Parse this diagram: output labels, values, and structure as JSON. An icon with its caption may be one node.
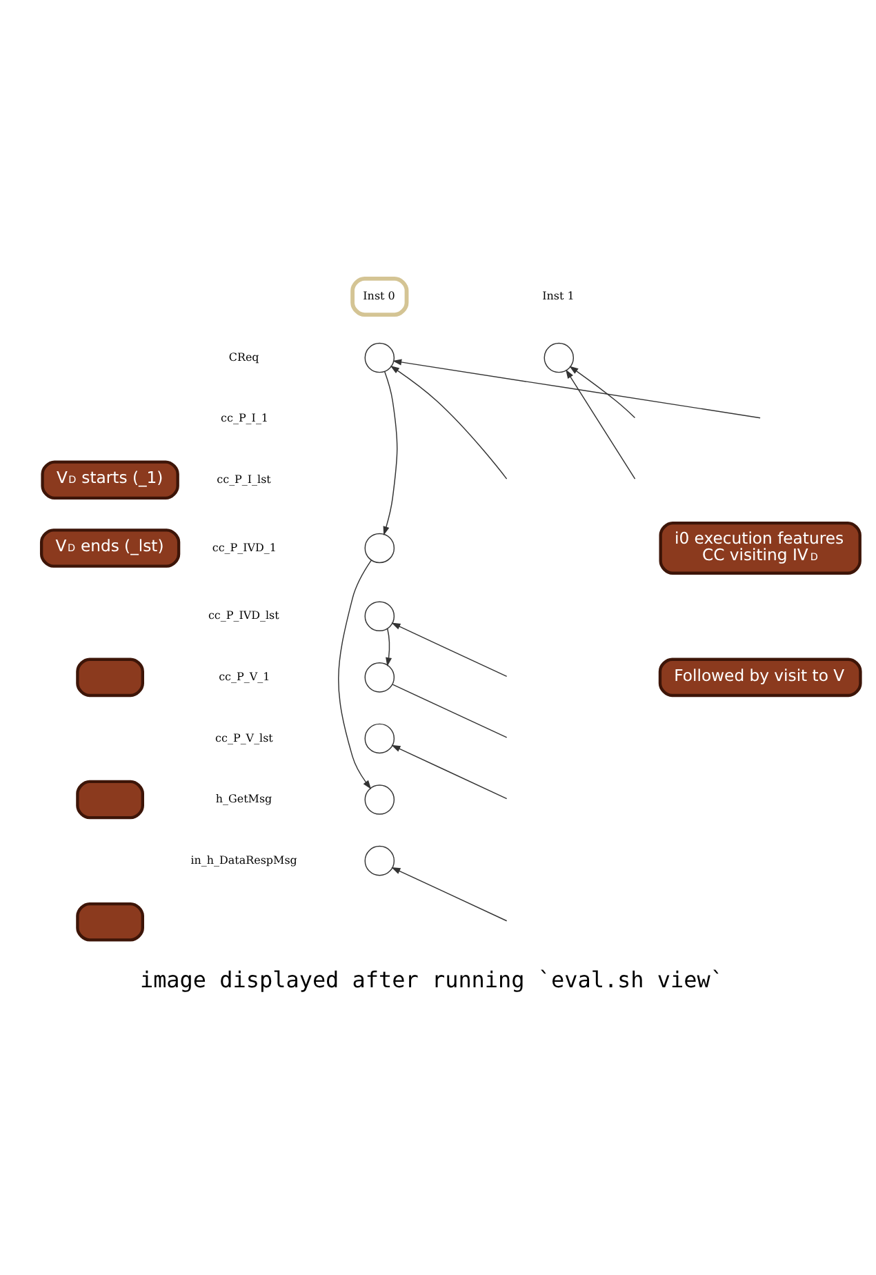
{
  "diagram": {
    "caption": "image displayed after running `eval.sh view`",
    "nodes": [
      {
        "text": [
          "Inst 0"
        ]
      },
      {
        "text": [
          "Inst 1"
        ]
      },
      {
        "text": [],
        "shape": "circle"
      },
      {
        "text": [],
        "shape": "circle"
      },
      {
        "text": [
          "V$^{D}$ starts (_1)"
        ]
      },
      {
        "text": [],
        "shape": "circle"
      },
      {
        "text": [
          "V$^{D}$ ends (_lst)"
        ]
      },
      {
        "text": [
          "i0 execution features CC visiting IV$^{D}$"
        ]
      },
      {
        "text": [],
        "shape": "circle"
      },
      {
        "text": [],
        "shape": "box"
      },
      {
        "text": [],
        "shape": "circle"
      },
      {
        "text": [
          "Followed by visit to V"
        ]
      },
      {
        "text": [],
        "shape": "circle"
      },
      {
        "text": [],
        "shape": "box"
      },
      {
        "text": [],
        "shape": "circle"
      },
      {
        "text": [],
        "shape": "circle"
      },
      {
        "text": [],
        "shape": "box"
      }
    ],
    "edges": [
      {
        "from": 2,
        "to": 5,
        "arrow": "to"
      },
      {
        "from": null,
        "to": 2,
        "arrow": "to"
      },
      {
        "from": null,
        "to": 3,
        "arrow": "to"
      },
      {
        "from": 5,
        "to": 14,
        "arrow": "to"
      },
      {
        "from": 8,
        "to": 10,
        "arrow": "to"
      },
      {
        "from": null,
        "to": 8,
        "arrow": "to"
      },
      {
        "from": 10,
        "to": null,
        "arrow": "none"
      },
      {
        "from": null,
        "to": 12,
        "arrow": "to"
      },
      {
        "from": null,
        "to": 15,
        "arrow": "to"
      },
      {
        "from": null,
        "to": 2,
        "arrow": "to"
      },
      {
        "from": null,
        "to": 3,
        "arrow": "to"
      }
    ],
    "labels": [
      "CReq",
      "cc_P_I_1",
      "cc_P_I_lst",
      "cc_P_IVD_1",
      "cc_P_IVD_lst",
      "cc_P_V_1",
      "cc_P_V_lst",
      "h_GetMsg",
      "in_h_DataRespMsg"
    ]
  }
}
